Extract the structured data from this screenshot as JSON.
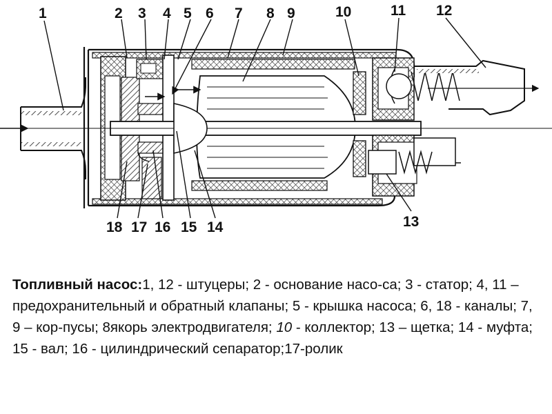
{
  "labels": {
    "n1": "1",
    "n2": "2",
    "n3": "3",
    "n4": "4",
    "n5": "5",
    "n6": "6",
    "n7": "7",
    "n8": "8",
    "n9": "9",
    "n10": "10",
    "n11": "11",
    "n12": "12",
    "n13": "13",
    "n14": "14",
    "n15": "15",
    "n16": "16",
    "n17": "17",
    "n18": "18"
  },
  "caption": {
    "title": "Топливный насос:",
    "part1": "1, 12 - штуцеры; 2 - основание насо-са; 3 - статор; 4, 11 – предохранительный и обратный клапаны; 5 - крышка насоса; 6, 18 - каналы; 7, 9 – кор-пусы; 8якорь электродвигателя; ",
    "italic": "10",
    "part2": " - коллектор; 13 – щетка; 14 - муфта; 15 - вал; 16 - цилиндрический сепаратор;17-ролик"
  }
}
